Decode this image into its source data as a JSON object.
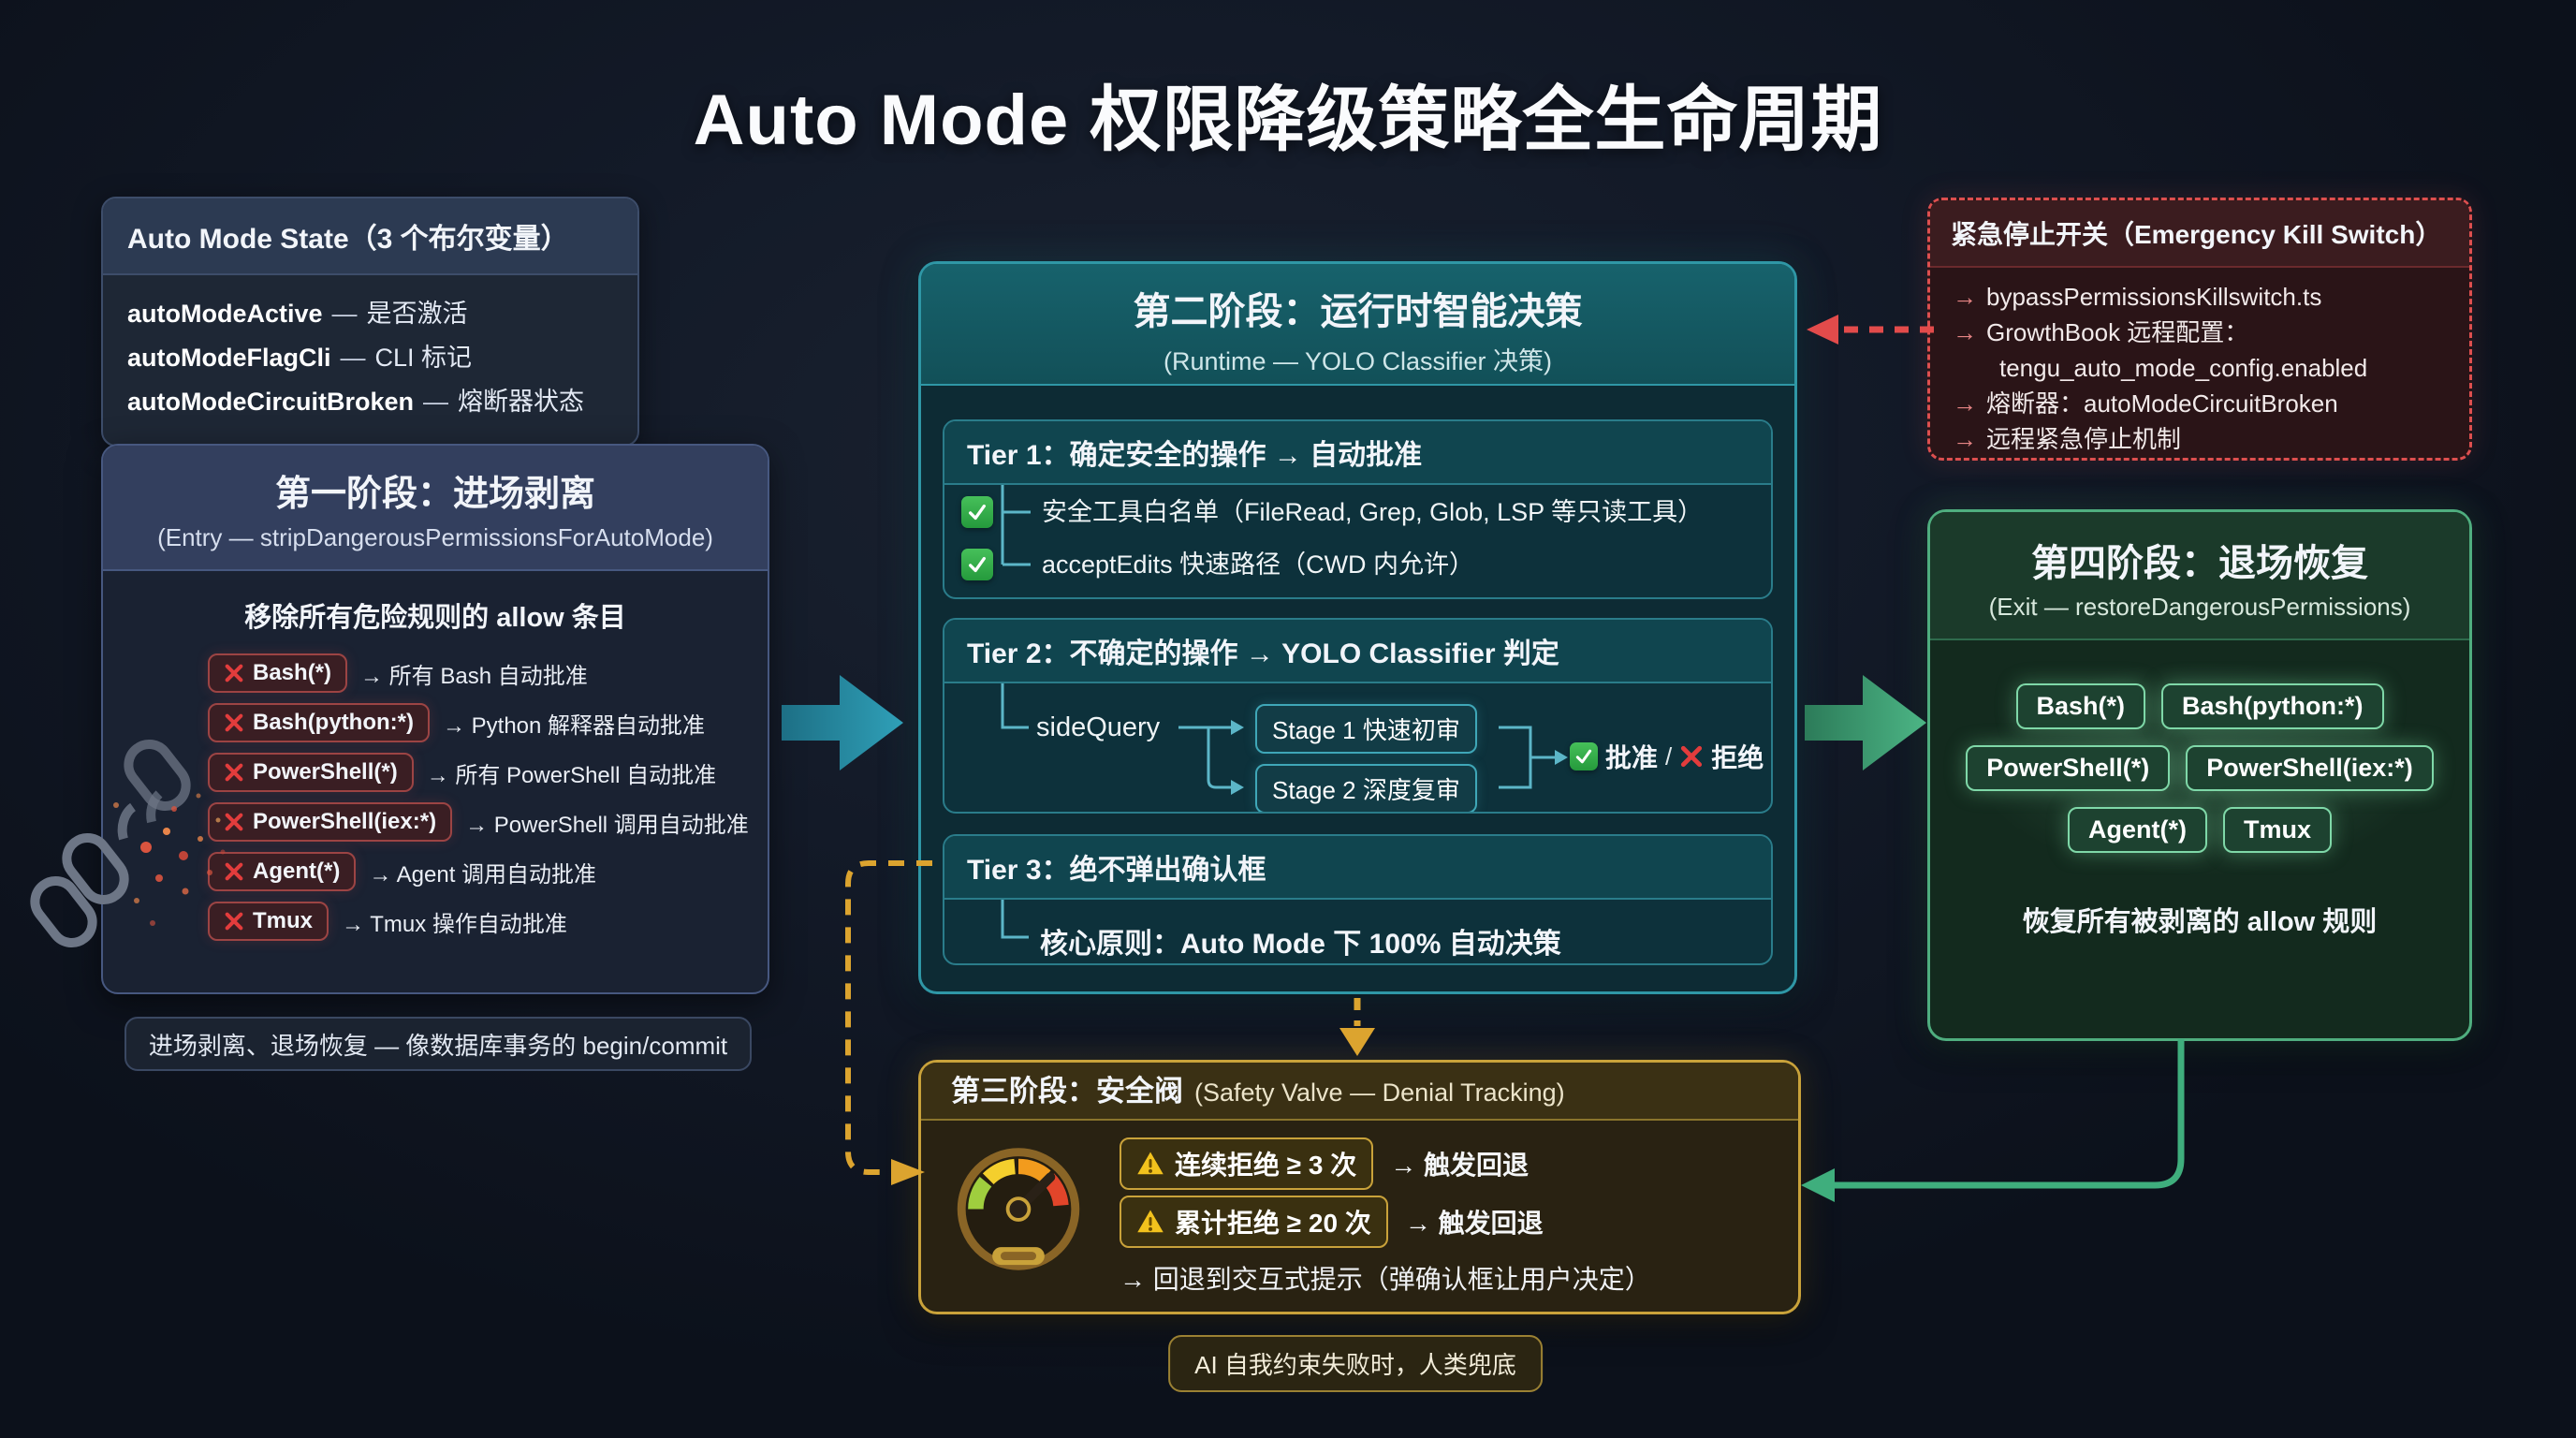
{
  "title": "Auto Mode 权限降级策略全生命周期",
  "colors": {
    "teal_accent": "#2f97a6",
    "green_accent": "#52b788",
    "red_accent": "#e04f4f",
    "amber_accent": "#d9a32e",
    "gold_accent": "#c9a23a"
  },
  "state_box": {
    "title": "Auto Mode State（3 个布尔变量）",
    "sep": "—",
    "vars": [
      {
        "name": "autoModeActive",
        "desc": "是否激活"
      },
      {
        "name": "autoModeFlagCli",
        "desc": "CLI 标记"
      },
      {
        "name": "autoModeCircuitBroken",
        "desc": "熔断器状态"
      }
    ]
  },
  "phase1": {
    "title": "第一阶段：进场剥离",
    "subtitle": "(Entry — stripDangerousPermissionsForAutoMode)",
    "lead": "移除所有危险规则的 allow 条目",
    "rules": [
      {
        "rule": "Bash(*)",
        "effect": "→ 所有 Bash 自动批准"
      },
      {
        "rule": "Bash(python:*)",
        "effect": "→ Python 解释器自动批准"
      },
      {
        "rule": "PowerShell(*)",
        "effect": "→ 所有 PowerShell 自动批准"
      },
      {
        "rule": "PowerShell(iex:*)",
        "effect": "→ PowerShell 调用自动批准"
      },
      {
        "rule": "Agent(*)",
        "effect": "→ Agent 调用自动批准"
      },
      {
        "rule": "Tmux",
        "effect": "→ Tmux 操作自动批准"
      }
    ],
    "note": "进场剥离、退场恢复 — 像数据库事务的 begin/commit"
  },
  "phase2": {
    "title": "第二阶段：运行时智能决策",
    "subtitle": "(Runtime — YOLO Classifier 决策)",
    "tier1": {
      "title": "Tier 1：确定安全的操作 → 自动批准",
      "items": [
        "安全工具白名单（FileRead, Grep, Glob, LSP 等只读工具）",
        "acceptEdits 快速路径（CWD 内允许）"
      ]
    },
    "tier2": {
      "title": "Tier 2：不确定的操作 → YOLO Classifier 判定",
      "side_query": "sideQuery",
      "stage1": "Stage 1 快速初审",
      "stage2": "Stage 2 深度复审",
      "approve": "批准",
      "slash": "/",
      "reject": "拒绝"
    },
    "tier3": {
      "title": "Tier 3：绝不弹出确认框",
      "principle": "核心原则：Auto Mode 下 100% 自动决策"
    }
  },
  "killswitch": {
    "title": "紧急停止开关（Emergency Kill Switch）",
    "lines": [
      {
        "prefix": "→",
        "text": "bypassPermissionsKillswitch.ts"
      },
      {
        "prefix": "→",
        "text": "GrowthBook 远程配置："
      },
      {
        "prefix": "",
        "text": "tengu_auto_mode_config.enabled"
      },
      {
        "prefix": "→",
        "text": "熔断器：autoModeCircuitBroken"
      },
      {
        "prefix": "→",
        "text": "远程紧急停止机制"
      }
    ]
  },
  "phase4": {
    "title": "第四阶段：退场恢复",
    "subtitle": "(Exit — restoreDangerousPermissions)",
    "pills": [
      "Bash(*)",
      "Bash(python:*)",
      "PowerShell(*)",
      "PowerShell(iex:*)",
      "Agent(*)",
      "Tmux"
    ],
    "footer": "恢复所有被剥离的 allow 规则"
  },
  "phase3": {
    "title_strong": "第三阶段：安全阀",
    "title_rest": "(Safety Valve — Denial Tracking)",
    "rules": [
      {
        "condition": "连续拒绝 ≥ 3 次",
        "result": "→ 触发回退"
      },
      {
        "condition": "累计拒绝 ≥ 20 次",
        "result": "→ 触发回退"
      }
    ],
    "fallback": "→ 回退到交互式提示（弹确认框让用户决定）"
  },
  "footer_note": "AI 自我约束失败时，人类兜底"
}
